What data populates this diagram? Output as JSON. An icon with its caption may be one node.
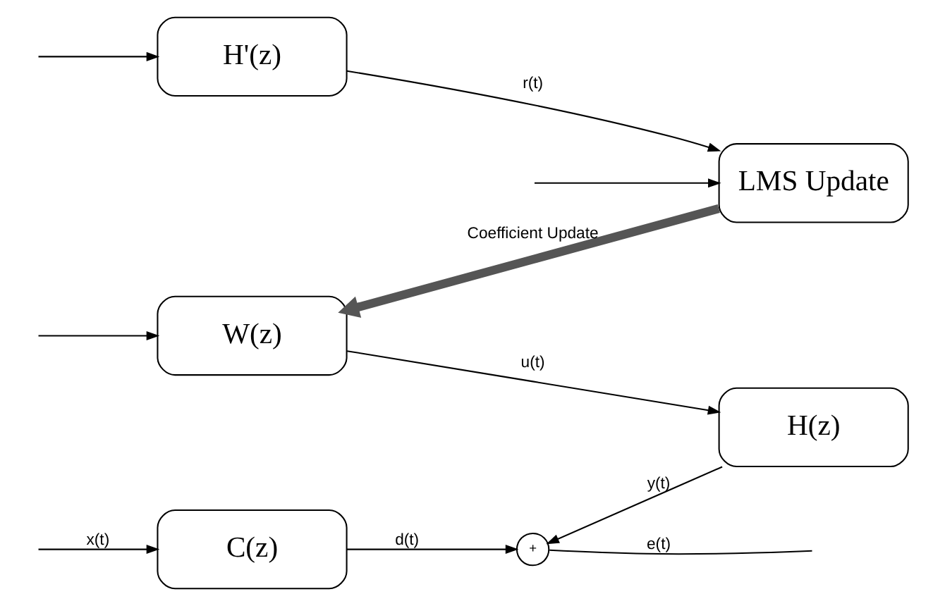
{
  "diagram": {
    "nodes": [
      {
        "text": [
          "C(z)"
        ]
      },
      {
        "text": [
          "+"
        ]
      },
      {
        "text": [
          "W(z)"
        ]
      },
      {
        "text": [
          "H(z)"
        ]
      },
      {
        "text": [
          "H'(z)"
        ]
      },
      {
        "text": [
          "LMS Update"
        ]
      }
    ],
    "edges": [
      {
        "from": null,
        "to": 0,
        "arrow": "to",
        "label": "x(t)"
      },
      {
        "from": null,
        "to": 2,
        "arrow": "to"
      },
      {
        "from": null,
        "to": 4,
        "arrow": "to"
      },
      {
        "from": 0,
        "to": 1,
        "arrow": "to",
        "label": "d(t)"
      },
      {
        "from": 1,
        "to": null,
        "arrow": "none",
        "label": "e(t)"
      },
      {
        "from": 2,
        "to": 3,
        "arrow": "to",
        "label": "u(t)"
      },
      {
        "from": 3,
        "to": 1,
        "arrow": "to",
        "label": "y(t)"
      },
      {
        "from": 4,
        "to": 5,
        "arrow": "to",
        "label": "r(t)"
      },
      {
        "from": 5,
        "to": 2,
        "arrow": "to",
        "label": "Coefficient Update",
        "style": "thick",
        "color": "#555555"
      },
      {
        "from": null,
        "to": 5,
        "arrow": "to"
      }
    ]
  }
}
